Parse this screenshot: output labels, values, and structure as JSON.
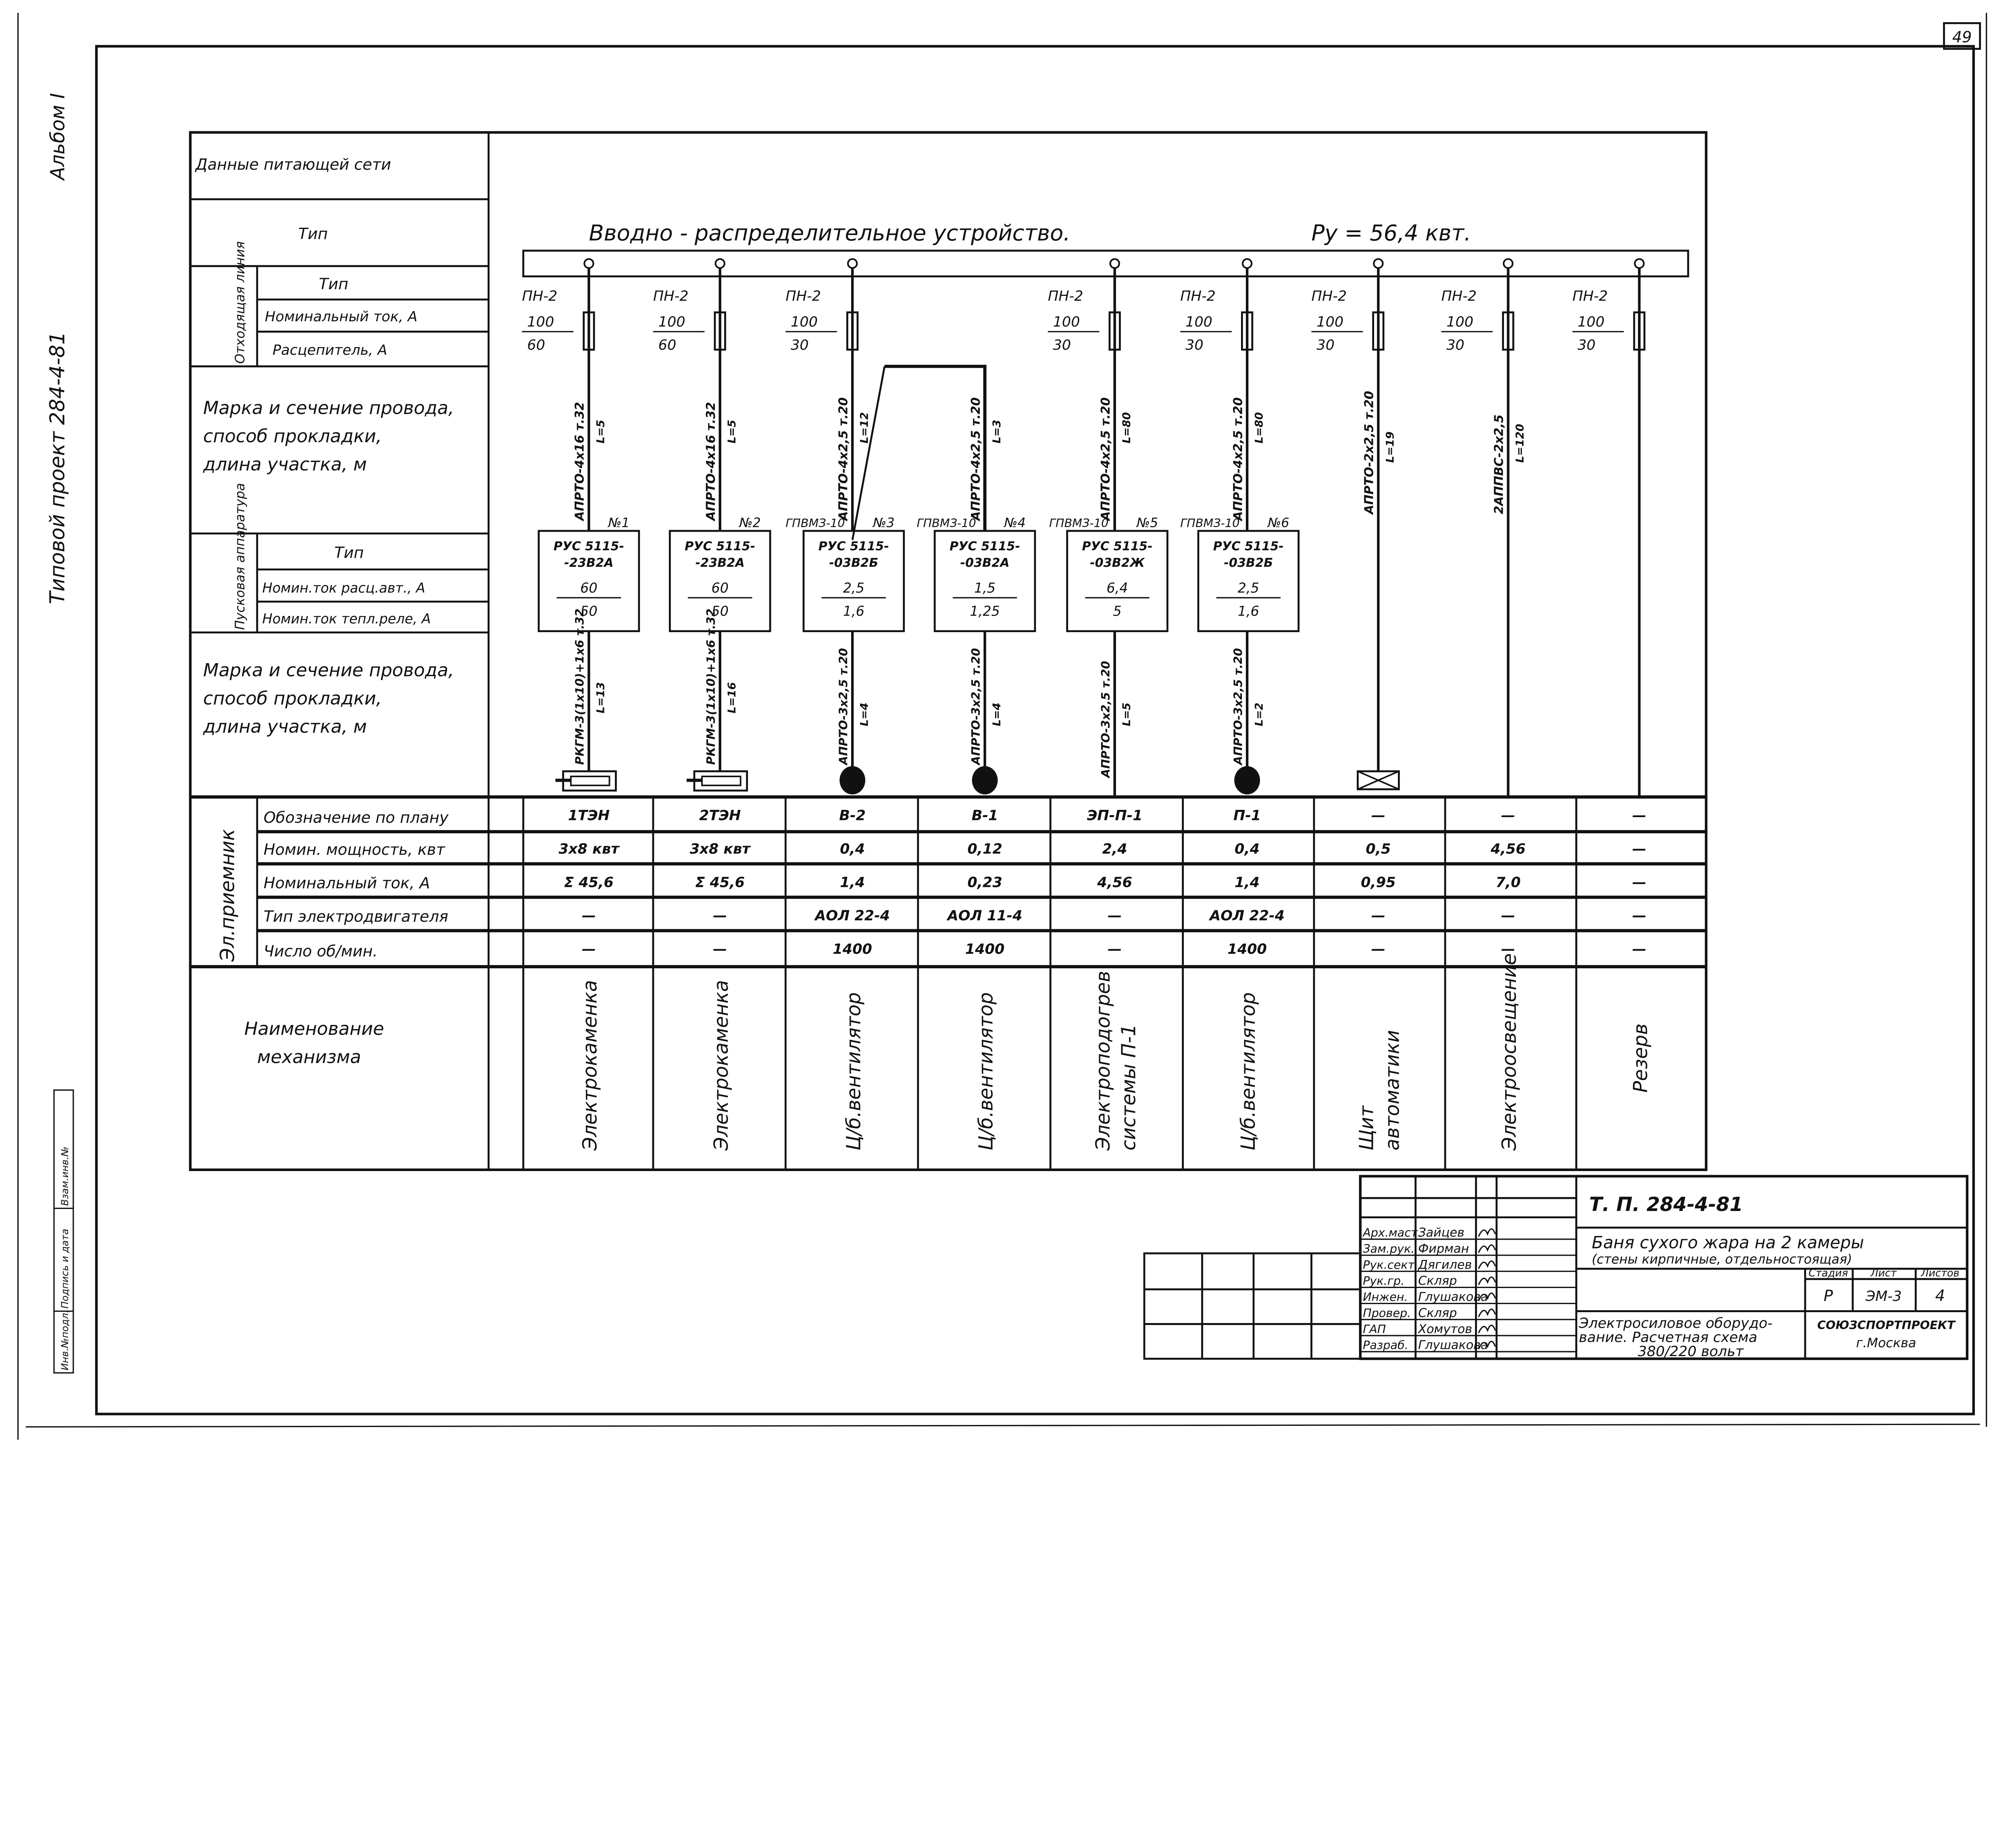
{
  "sheet_number": "49",
  "album": "Альбом I",
  "project": "Типовой проект   284-4-81",
  "side_stamp": [
    "Инв.№подл.",
    "Подпись и дата",
    "Взам.инв.№"
  ],
  "header": {
    "title": "Вводно - распределительное устройство.",
    "power": "Ру = 56,4 квт."
  },
  "row_labels": {
    "supply": "Данные питающей сети",
    "supply_type": "Тип",
    "outgoing_group": "Отходящая линия",
    "outgoing_type": "Тип",
    "outgoing_current": "Номинальный ток, А",
    "outgoing_release": "Расцепитель,    А",
    "cable1": [
      "Марка и сечение провода,",
      "способ прокладки,",
      "длина участка,          м"
    ],
    "starter_group": "Пусковая аппаратура",
    "starter_type": "Тип",
    "starter_release": "Номин.ток расц.авт., А",
    "starter_relay": "Номин.ток тепл.реле, А",
    "cable2": [
      "Марка и сечение провода,",
      "способ прокладки,",
      "длина участка,          м"
    ],
    "receiver_group": "Эл.приемник",
    "designation": "Обозначение по плану",
    "power": "Номин. мощность, квт",
    "current": "Номинальный ток, А",
    "motor_type": "Тип электродвигателя",
    "rpm": "Число об/мин.",
    "mechanism": [
      "Наименование",
      "механизма"
    ]
  },
  "columns": [
    {
      "fuse": {
        "type": "ПН-2",
        "nominal": "100",
        "release": "60"
      },
      "cable_up": "АПРТО-4х16  т.32",
      "length_up": "L=5",
      "starter": {
        "no": "№1",
        "breaker": "",
        "type": [
          "РУС 5115-",
          "-23В2А"
        ],
        "release": "60",
        "relay": "50"
      },
      "cable_down": "РКГМ-3(1х10)+1х6 т.32",
      "length_down": "L=13",
      "load": "heater",
      "designation": "1ТЭН",
      "power": "3х8 квт",
      "current": "Σ 45,6",
      "motor_type": "—",
      "rpm": "—",
      "mechanism": [
        "Электрокаменка"
      ]
    },
    {
      "fuse": {
        "type": "ПН-2",
        "nominal": "100",
        "release": "60"
      },
      "cable_up": "АПРТО-4х16  т.32",
      "length_up": "L=5",
      "starter": {
        "no": "№2",
        "breaker": "",
        "type": [
          "РУС 5115-",
          "-23В2А"
        ],
        "release": "60",
        "relay": "50"
      },
      "cable_down": "РКГМ-3(1х10)+1х6 т.32",
      "length_down": "L=16",
      "load": "heater",
      "designation": "2ТЭН",
      "power": "3х8 квт",
      "current": "Σ 45,6",
      "motor_type": "—",
      "rpm": "—",
      "mechanism": [
        "Электрокаменка"
      ]
    },
    {
      "fuse": {
        "type": "ПН-2",
        "nominal": "100",
        "release": "30"
      },
      "cable_up": "АПРТО-4х2,5 т.20",
      "length_up": "L=12",
      "starter": {
        "no": "№3",
        "breaker": "ГПВМЗ-10",
        "type": [
          "РУС 5115-",
          "-03В2Б"
        ],
        "release": "2,5",
        "relay": "1,6"
      },
      "cable_down": "АПРТО-3х2,5 т.20",
      "length_down": "L=4",
      "load": "motor",
      "designation": "В-2",
      "power": "0,4",
      "current": "1,4",
      "motor_type": "АОЛ 22-4",
      "rpm": "1400",
      "mechanism": [
        "Ц/б.вентилятор"
      ]
    },
    {
      "fuse": null,
      "cable_up": "АПРТО-4х2,5 т.20",
      "length_up": "L=3",
      "starter": {
        "no": "№4",
        "breaker": "ГПВМЗ-10",
        "type": [
          "РУС 5115-",
          "-03В2А"
        ],
        "release": "1,5",
        "relay": "1,25"
      },
      "cable_down": "АПРТО-3х2,5 т.20",
      "length_down": "L=4",
      "load": "motor",
      "designation": "В-1",
      "power": "0,12",
      "current": "0,23",
      "motor_type": "АОЛ 11-4",
      "rpm": "1400",
      "mechanism": [
        "Ц/б.вентилятор"
      ]
    },
    {
      "fuse": {
        "type": "ПН-2",
        "nominal": "100",
        "release": "30"
      },
      "cable_up": "АПРТО-4х2,5 т.20",
      "length_up": "L=80",
      "starter": {
        "no": "№5",
        "breaker": "ГПВМЗ-10",
        "type": [
          "РУС 5115-",
          "-03В2Ж"
        ],
        "release": "6,4",
        "relay": "5"
      },
      "cable_down": "АПРТО-3х2,5 т.20",
      "length_down": "L=5",
      "load": "none",
      "designation": "ЭП-П-1",
      "power": "2,4",
      "current": "4,56",
      "motor_type": "—",
      "rpm": "—",
      "mechanism": [
        "Электроподогрев",
        "системы П-1"
      ]
    },
    {
      "fuse": {
        "type": "ПН-2",
        "nominal": "100",
        "release": "30"
      },
      "cable_up": "АПРТО-4х2,5 т.20",
      "length_up": "L=80",
      "starter": {
        "no": "№6",
        "breaker": "ГПВМЗ-10",
        "type": [
          "РУС 5115-",
          "-03В2Б"
        ],
        "release": "2,5",
        "relay": "1,6"
      },
      "cable_down": "АПРТО-3х2,5 т.20",
      "length_down": "L=2",
      "load": "motor",
      "designation": "П-1",
      "power": "0,4",
      "current": "1,4",
      "motor_type": "АОЛ 22-4",
      "rpm": "1400",
      "mechanism": [
        "Ц/б.вентилятор"
      ]
    },
    {
      "fuse": {
        "type": "ПН-2",
        "nominal": "100",
        "release": "30"
      },
      "cable_up": "АПРТО-2х2,5 т.20",
      "length_up": "L=19",
      "starter": null,
      "cable_down": "",
      "length_down": "",
      "load": "panel",
      "designation": "—",
      "power": "0,5",
      "current": "0,95",
      "motor_type": "—",
      "rpm": "—",
      "mechanism": [
        "Щит",
        "автоматики"
      ]
    },
    {
      "fuse": {
        "type": "ПН-2",
        "nominal": "100",
        "release": "30"
      },
      "cable_up": "2АППВС-2х2,5",
      "length_up": "L=120",
      "starter": null,
      "cable_down": "",
      "length_down": "",
      "load": "none",
      "designation": "—",
      "power": "4,56",
      "current": "7,0",
      "motor_type": "—",
      "rpm": "—",
      "mechanism": [
        "Электроосвещение"
      ]
    },
    {
      "fuse": {
        "type": "ПН-2",
        "nominal": "100",
        "release": "30"
      },
      "cable_up": "",
      "length_up": "",
      "starter": null,
      "cable_down": "",
      "length_down": "",
      "load": "none",
      "designation": "—",
      "power": "—",
      "current": "—",
      "motor_type": "—",
      "rpm": "—",
      "mechanism": [
        "Резерв"
      ]
    }
  ],
  "title_block": {
    "code": "Т. П. 284-4-81",
    "object": [
      "Баня сухого жара на 2 камеры",
      "(стены кирпичные, отдельностоящая)"
    ],
    "sheet_title": [
      "Электросиловое оборудо-",
      "вание. Расчетная схема",
      "380/220 вольт"
    ],
    "stage_label": "Стадия",
    "sheet_label": "Лист",
    "sheets_label": "Листов",
    "stage": "Р",
    "sheet": "ЭМ-3",
    "sheets": "4",
    "org": [
      "СОЮЗСПОРТПРОЕКТ",
      "г.Москва"
    ],
    "people": [
      {
        "role": "Арх.маст.",
        "name": "Зайцев"
      },
      {
        "role": "Зам.рук.",
        "name": "Фирман"
      },
      {
        "role": "Рук.сект.",
        "name": "Дягилев"
      },
      {
        "role": "Рук.гр.",
        "name": "Скляр"
      },
      {
        "role": "Инжен.",
        "name": "Глушакова"
      },
      {
        "role": "Провер.",
        "name": "Скляр"
      },
      {
        "role": "ГАП",
        "name": "Хомутов"
      },
      {
        "role": "Разраб.",
        "name": "Глушакова"
      }
    ]
  }
}
